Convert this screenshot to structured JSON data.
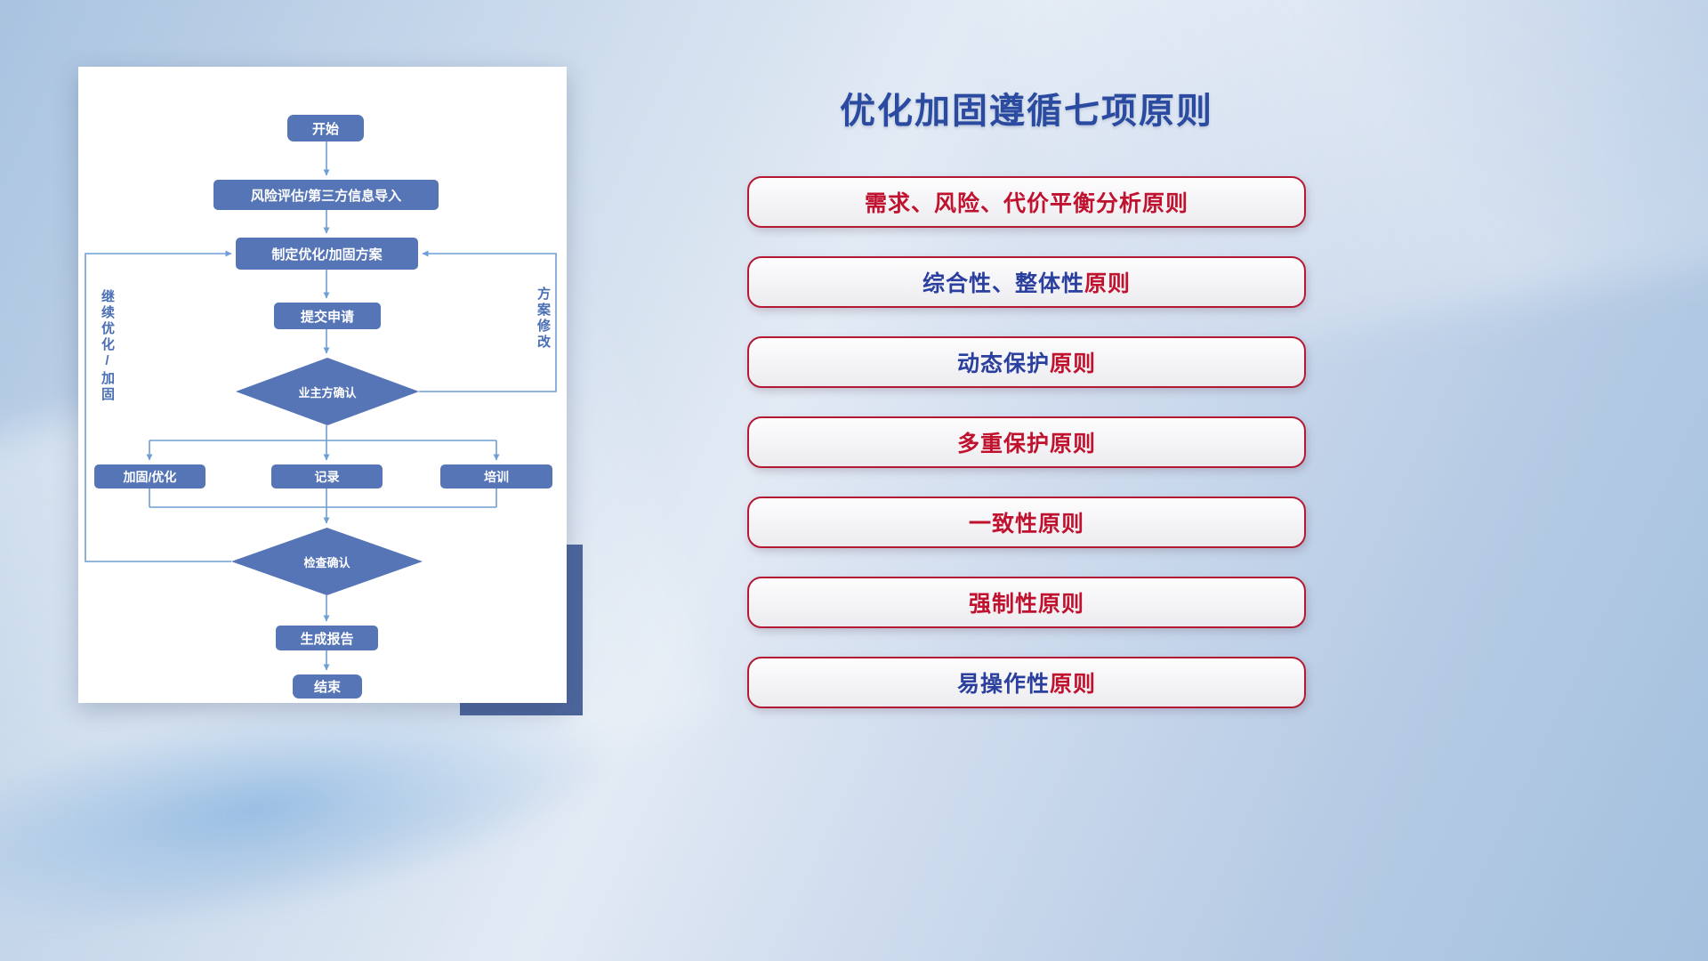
{
  "title": "优化加固遵循七项原则",
  "colors": {
    "title_blue": "#2b4ba0",
    "principle_border_red": "#b51833",
    "principle_text_blue": "#2b3f9e",
    "principle_text_red": "#c0122e",
    "node_fill_blue": "#5575b6",
    "connector_blue": "#6f9fd4",
    "back_rect_blue": "#4d669c"
  },
  "flowchart": {
    "nodes": {
      "start": "开始",
      "risk": "风险评估/第三方信息导入",
      "plan": "制定优化/加固方案",
      "submit": "提交申请",
      "owner_confirm": "业主方确认",
      "harden": "加固/优化",
      "record": "记录",
      "training": "培训",
      "check_confirm": "检查确认",
      "report": "生成报告",
      "end": "结束"
    },
    "labels": {
      "left_loop": "继续优化/加固",
      "right_loop": "方案修改"
    }
  },
  "principles": {
    "items": [
      {
        "blue_text": "",
        "red_text": "需求、风险、代价平衡分析原则"
      },
      {
        "blue_text": "综合性、整体性",
        "red_text": "原则"
      },
      {
        "blue_text": "动态保护",
        "red_text": "原则"
      },
      {
        "blue_text": "",
        "red_text": "多重保护原则"
      },
      {
        "blue_text": "",
        "red_text": "一致性原则"
      },
      {
        "blue_text": "",
        "red_text": "强制性原则"
      },
      {
        "blue_text": "易操作性",
        "red_text": "原则"
      }
    ]
  }
}
